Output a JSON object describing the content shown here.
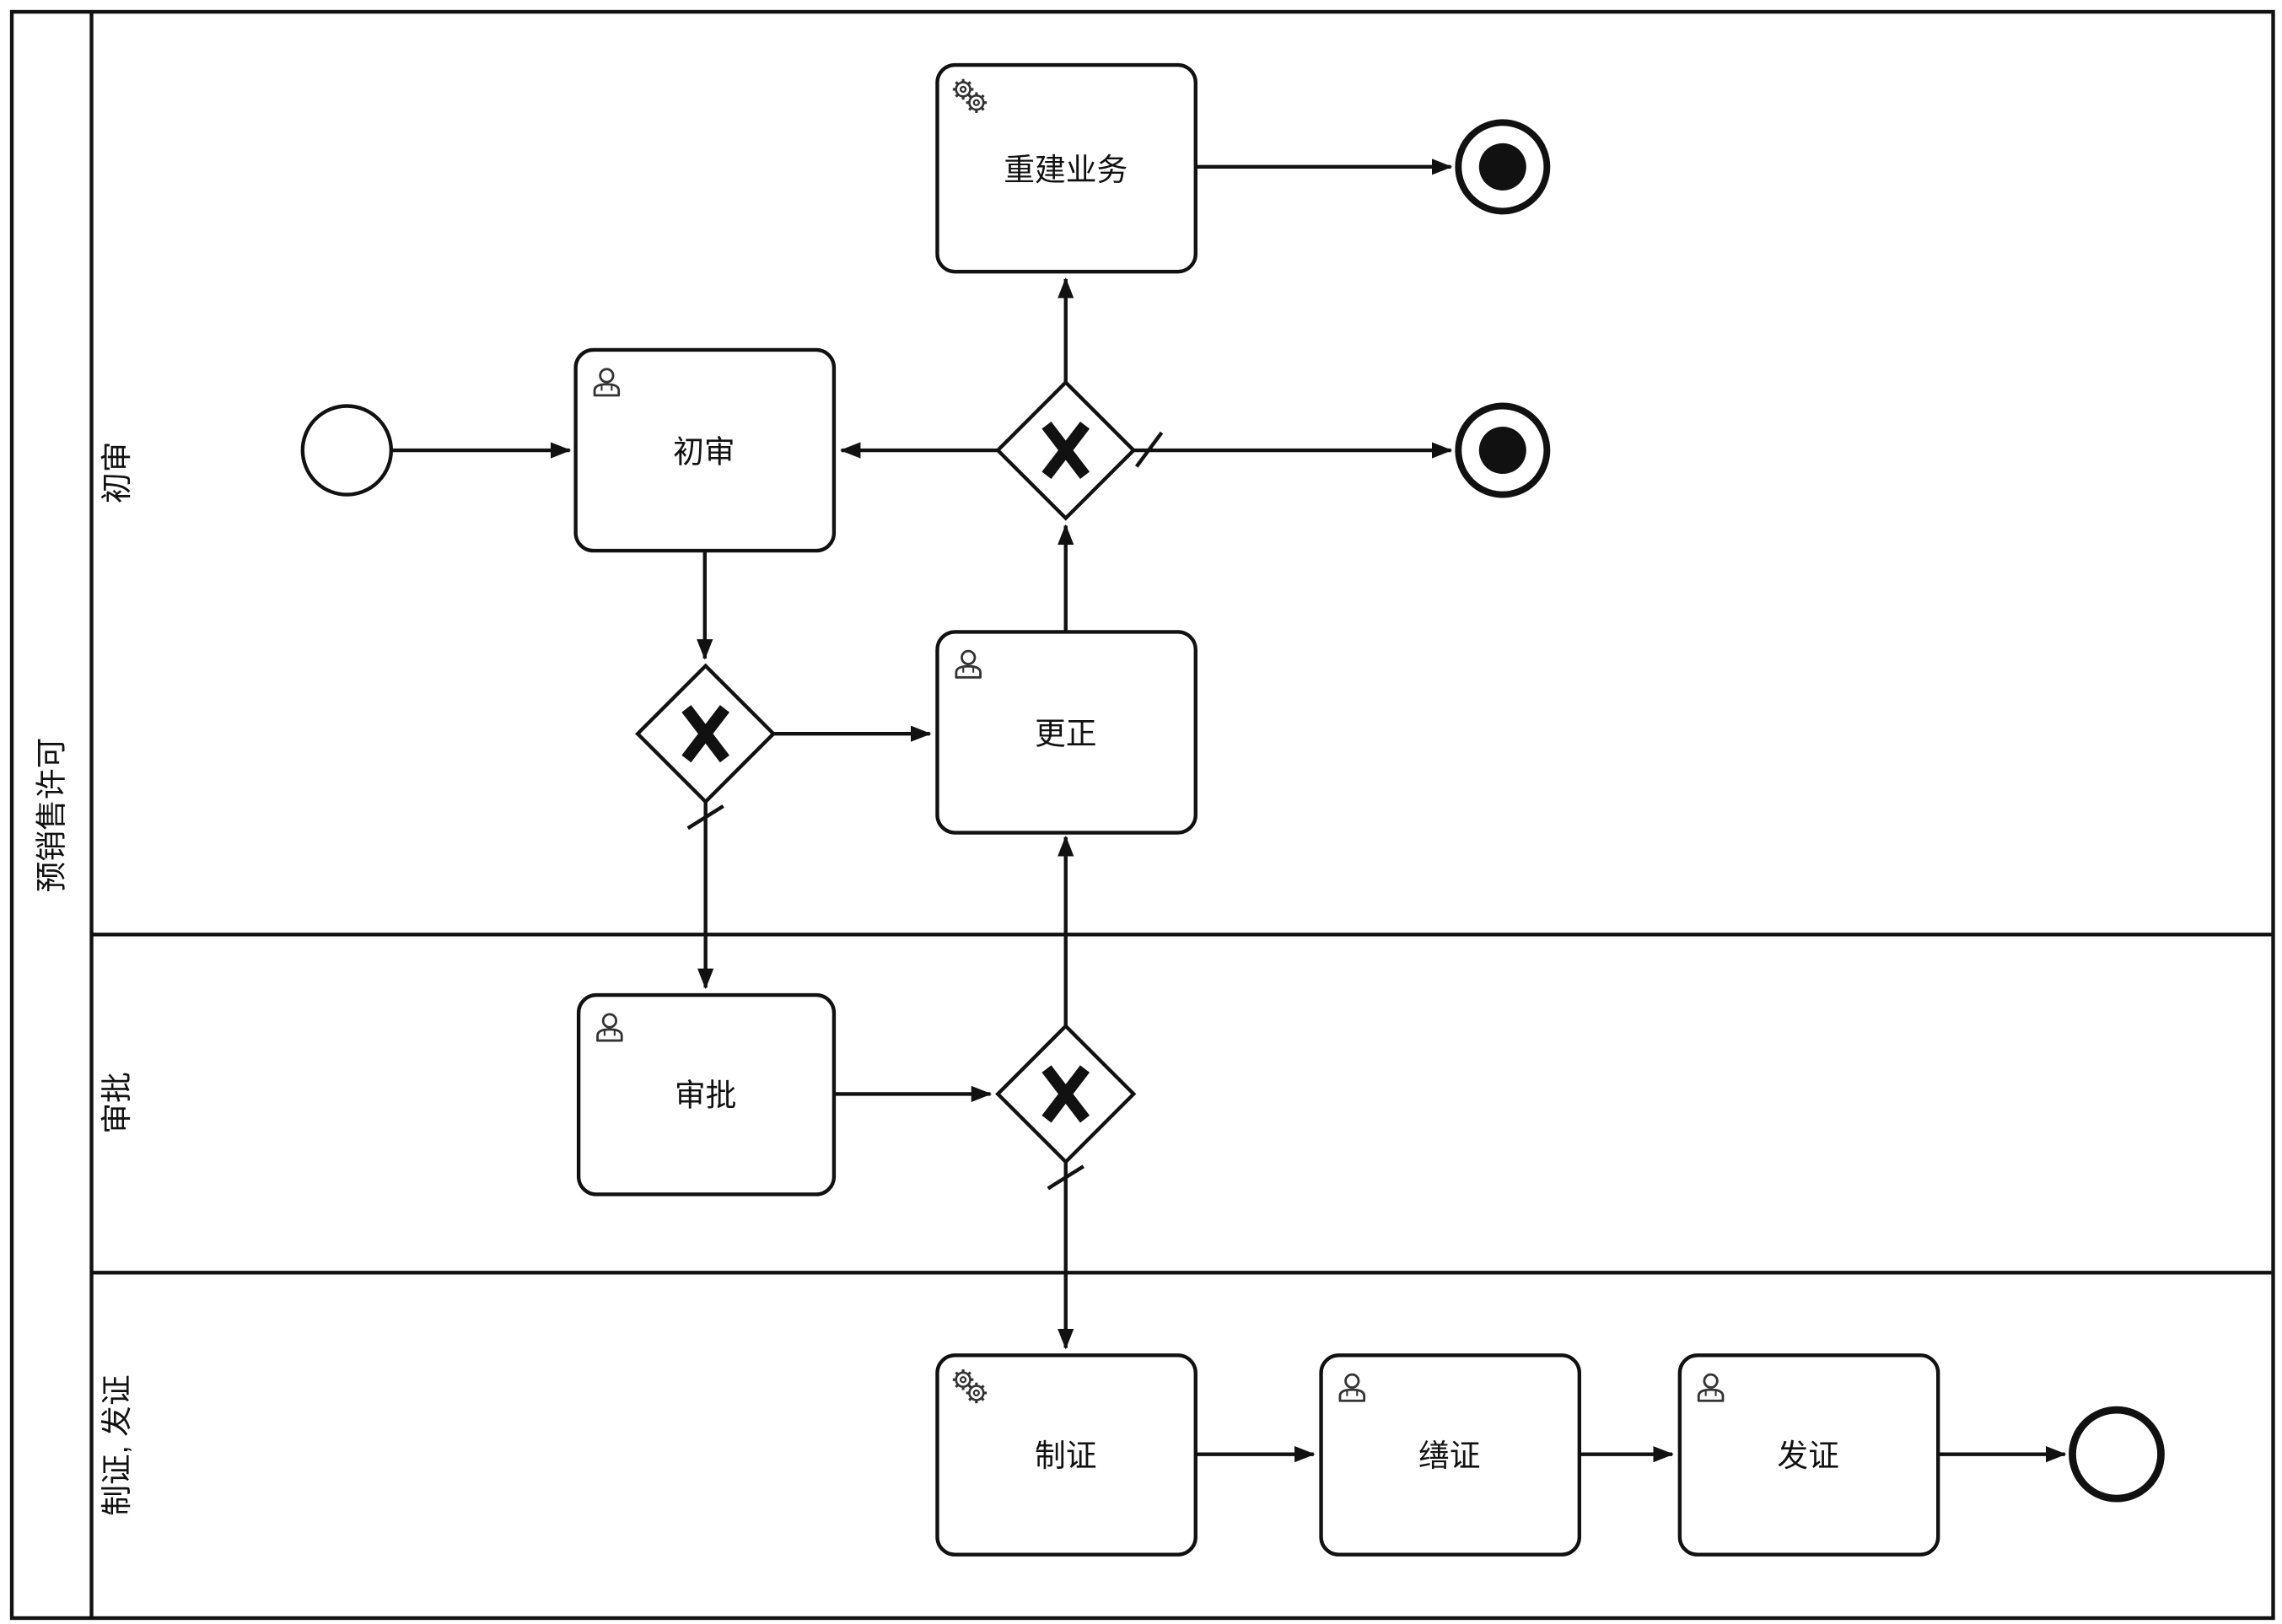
{
  "diagram": {
    "kind": "bpmn-process-with-lanes",
    "pool": {
      "title": "预销售许可",
      "lanes": [
        {
          "label": "初审"
        },
        {
          "label": "审批"
        },
        {
          "label": "制证, 发证"
        }
      ]
    },
    "tasks": [
      {
        "label": "初审",
        "task_type": "user"
      },
      {
        "label": "重建业务",
        "task_type": "service"
      },
      {
        "label": "更正",
        "task_type": "user"
      },
      {
        "label": "审批",
        "task_type": "user"
      },
      {
        "label": "制证",
        "task_type": "service"
      },
      {
        "label": "缮证",
        "task_type": "user"
      },
      {
        "label": "发证",
        "task_type": "user"
      }
    ],
    "events": [
      {
        "name": "start-event",
        "event_kind": "start"
      },
      {
        "name": "terminate-end-top",
        "event_kind": "terminate-end"
      },
      {
        "name": "terminate-end-right",
        "event_kind": "terminate-end"
      },
      {
        "name": "end-event-final",
        "event_kind": "end"
      }
    ],
    "gateways": [
      {
        "name": "xor-gateway-top",
        "gateway_kind": "exclusive"
      },
      {
        "name": "xor-gateway-after-initial-review",
        "gateway_kind": "exclusive"
      },
      {
        "name": "xor-gateway-after-approval",
        "gateway_kind": "exclusive"
      }
    ],
    "colors": {
      "stroke": "#111111",
      "fill": "#ffffff",
      "icon": "#333333"
    }
  }
}
